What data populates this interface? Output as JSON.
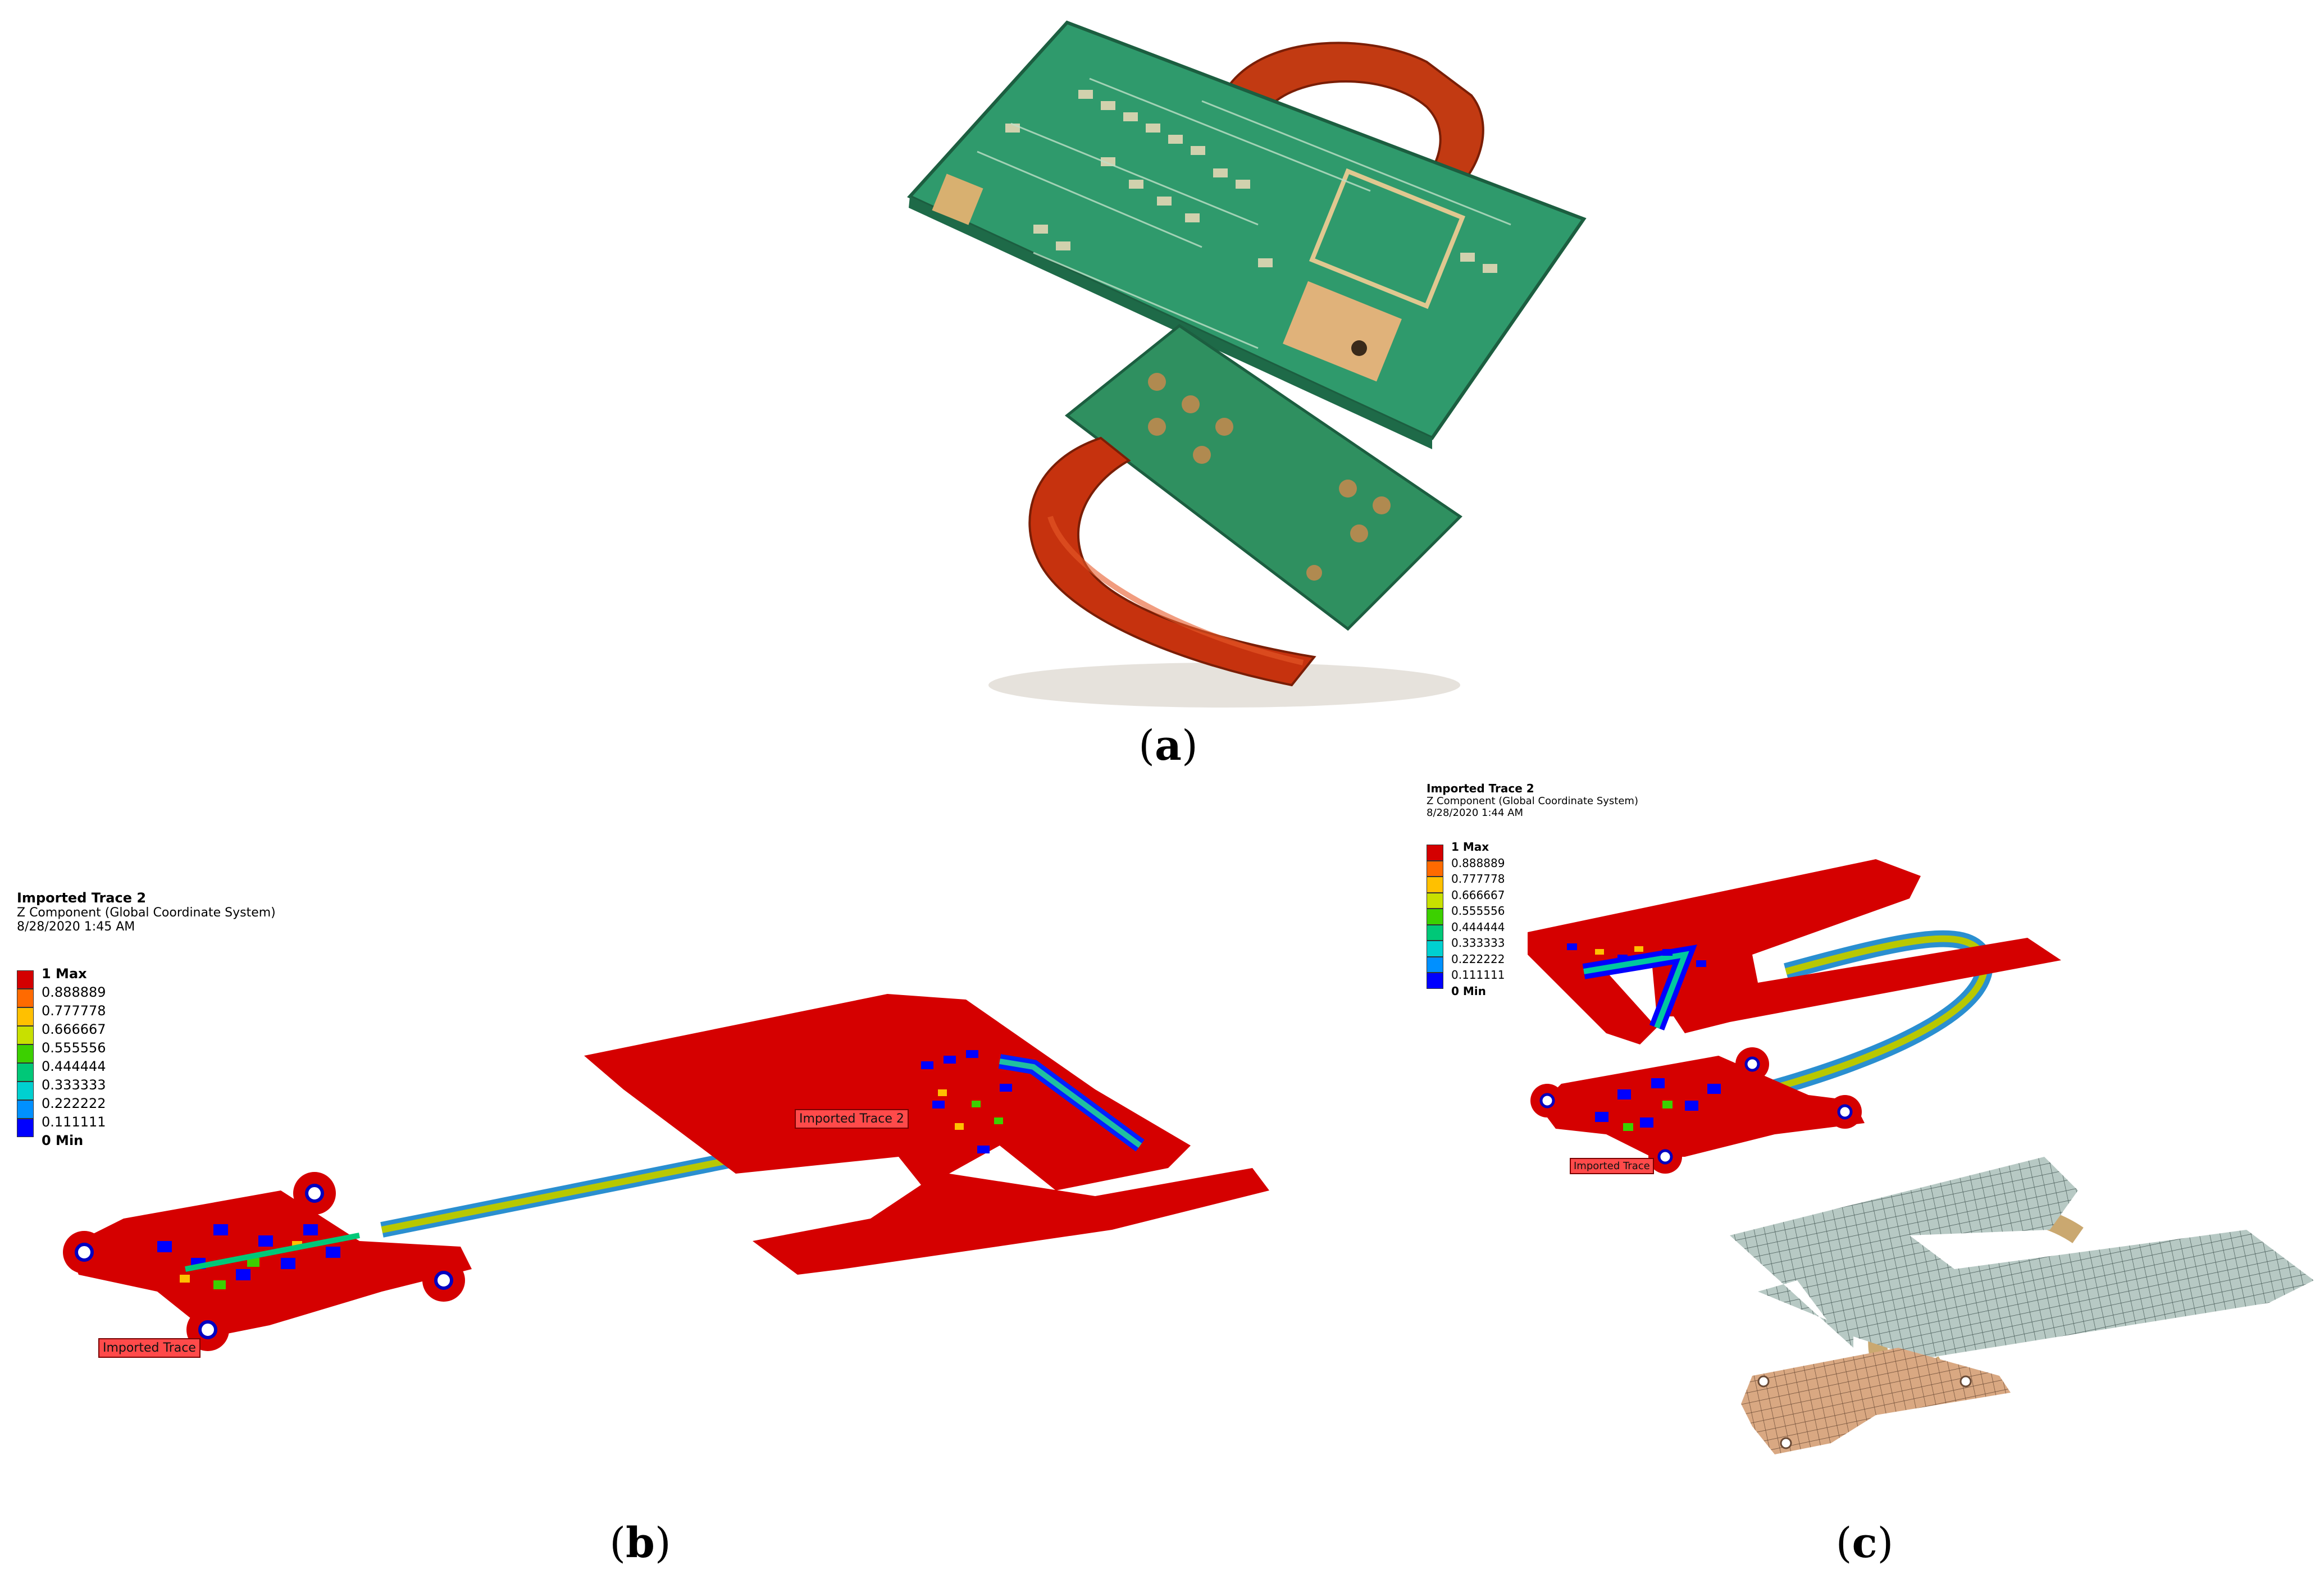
{
  "captions": {
    "a": "a",
    "b": "b",
    "c": "c"
  },
  "legend_b": {
    "title": "Imported Trace 2",
    "subtitle": "Z Component (Global Coordinate System)",
    "date": "8/28/2020 1:45 AM",
    "levels": [
      "1 Max",
      "0.888889",
      "0.777778",
      "0.666667",
      "0.555556",
      "0.444444",
      "0.333333",
      "0.222222",
      "0.111111",
      "0 Min"
    ]
  },
  "legend_c": {
    "title": "Imported Trace 2",
    "subtitle": "Z Component (Global Coordinate System)",
    "date": "8/28/2020 1:44 AM",
    "levels": [
      "1 Max",
      "0.888889",
      "0.777778",
      "0.666667",
      "0.555556",
      "0.444444",
      "0.333333",
      "0.222222",
      "0.111111",
      "0 Min"
    ]
  },
  "scale_colors": [
    "#d40000",
    "#ff6a00",
    "#ffc000",
    "#c8e000",
    "#3cd000",
    "#00c878",
    "#00d0d0",
    "#0090ff",
    "#0000ff"
  ],
  "tags": {
    "b_trace": "Imported Trace",
    "b_trace2": "Imported Trace 2",
    "c_trace": "Imported Trace"
  },
  "colors": {
    "board_red": "#d50000",
    "pcb_green": "#2e9a6a",
    "flex_orange": "#c83a10",
    "mesh_gray": "#b7c9c4",
    "mesh_tan": "#d9a882"
  }
}
